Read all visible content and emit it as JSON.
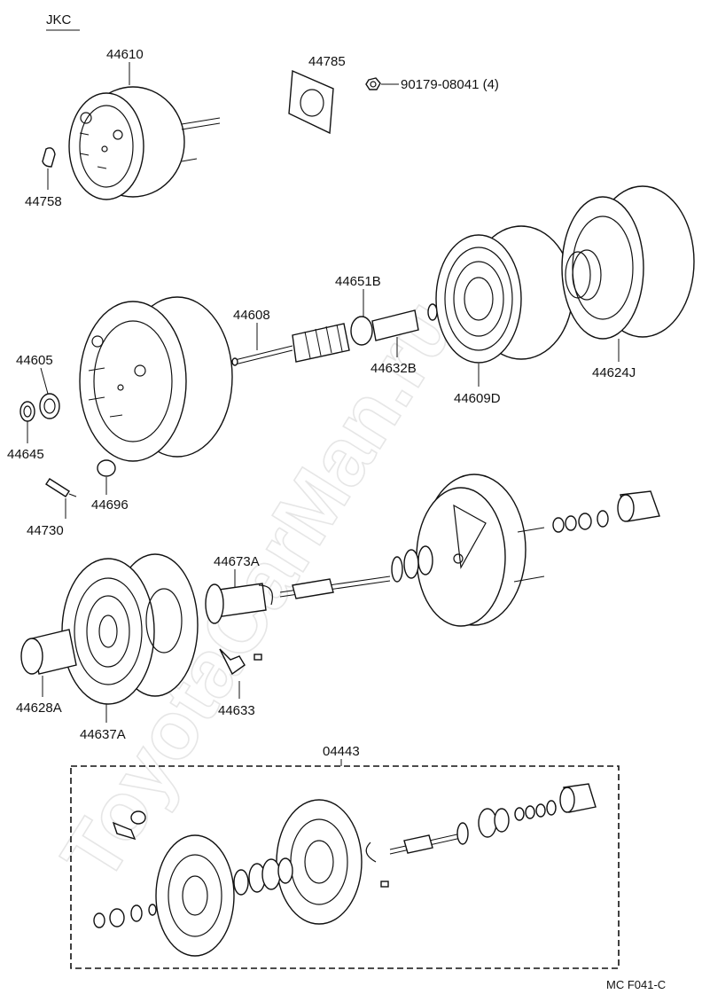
{
  "header": {
    "model_code": "JKC"
  },
  "watermark": "ToyotaCarMan.ru",
  "footer": {
    "code": "MC  F041-C"
  },
  "parts": {
    "p44610": "44610",
    "p44785": "44785",
    "p90179": "90179-08041 (4)",
    "p44758": "44758",
    "p44651B": "44651B",
    "p44608": "44608",
    "p44605": "44605",
    "p44632B": "44632B",
    "p44609D": "44609D",
    "p44624J": "44624J",
    "p44645": "44645",
    "p44696": "44696",
    "p44730": "44730",
    "p44673A": "44673A",
    "p44628A": "44628A",
    "p44637A": "44637A",
    "p44633": "44633",
    "p04443": "04443"
  }
}
